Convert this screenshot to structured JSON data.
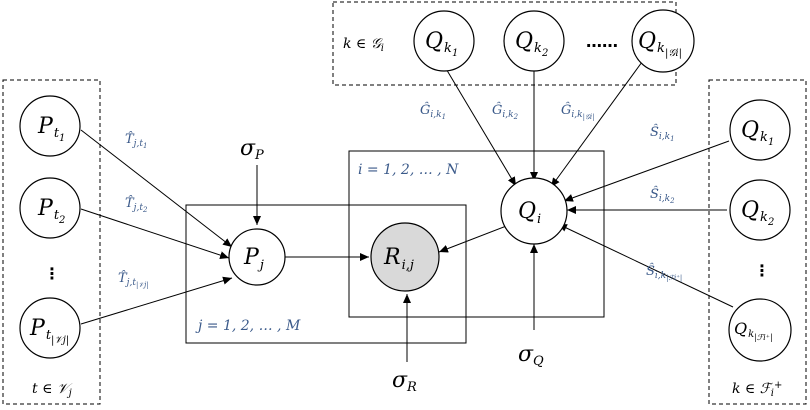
{
  "nodes": {
    "p_t1": {
      "main": "P",
      "sub": "t",
      "subsub": "1"
    },
    "p_t2": {
      "main": "P",
      "sub": "t",
      "subsub": "2"
    },
    "p_tv": {
      "main": "P",
      "sub": "t",
      "subsub": "|𝒱j|"
    },
    "p_j": {
      "main": "P",
      "sub": "j"
    },
    "r_ij": {
      "main": "R",
      "sub": "i,j"
    },
    "q_i": {
      "main": "Q",
      "sub": "i"
    },
    "q_k1_top": {
      "main": "Q",
      "sub": "k",
      "subsub": "1"
    },
    "q_k2_top": {
      "main": "Q",
      "sub": "k",
      "subsub": "2"
    },
    "q_kg_top": {
      "main": "Q",
      "sub": "k",
      "subsub": "|𝒢i|"
    },
    "q_k1_right": {
      "main": "Q",
      "sub": "k",
      "subsub": "1"
    },
    "q_k2_right": {
      "main": "Q",
      "sub": "k",
      "subsub": "2"
    },
    "q_kf_right": {
      "main": "Q",
      "sub": "k",
      "subsub": "|ℱi⁺|"
    }
  },
  "sigmas": {
    "p": {
      "main": "σ",
      "sub": "P"
    },
    "q": {
      "main": "σ",
      "sub": "Q"
    },
    "r": {
      "main": "σ",
      "sub": "R"
    }
  },
  "edge_labels": {
    "t1": {
      "main": "T̂",
      "sub": "j,t",
      "subsub": "1"
    },
    "t2": {
      "main": "T̂",
      "sub": "j,t",
      "subsub": "2"
    },
    "tv": {
      "main": "T̂",
      "sub": "j,t",
      "subsub": "|𝒱j|"
    },
    "g1": {
      "main": "Ĝ",
      "sub": "i,k",
      "subsub": "1"
    },
    "g2": {
      "main": "Ĝ",
      "sub": "i,k",
      "subsub": "2"
    },
    "gg": {
      "main": "Ĝ",
      "sub": "i,k",
      "subsub": "|𝒢i|"
    },
    "s1": {
      "main": "Ŝ",
      "sub": "i,k",
      "subsub": "1"
    },
    "s2": {
      "main": "Ŝ",
      "sub": "i,k",
      "subsub": "2"
    },
    "sf": {
      "main": "Ŝ",
      "sub": "i,k",
      "subsub": "|ℱi⁺|"
    }
  },
  "plates": {
    "i": "i = 1, 2, … , N",
    "j": "j = 1, 2, … , M"
  },
  "group_labels": {
    "top": "k ∈ 𝒢",
    "top_sub": "i",
    "left": "t ∈ 𝒱",
    "left_sub": "j",
    "right": "k ∈ ℱ",
    "right_sub": "i",
    "right_sup": "+"
  },
  "ellipsis": {
    "top": "……",
    "left": "⋮",
    "right": "⋮"
  },
  "colors": {
    "edge_label": "#3b5a8a",
    "observed_fill": "#d9d9d9",
    "stroke": "#000000"
  }
}
